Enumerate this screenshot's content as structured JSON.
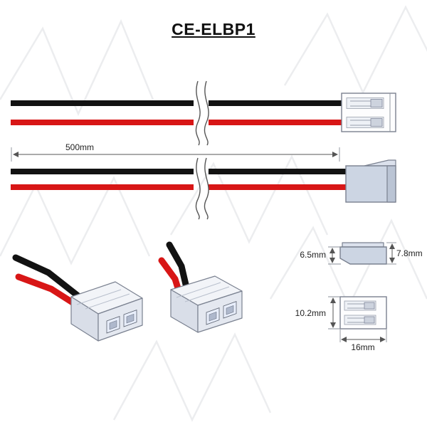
{
  "title": "CE-ELBP1",
  "dimensions": {
    "cable_length": "500mm",
    "connector_height_body": "6.5mm",
    "connector_height_total": "7.8mm",
    "connector_width": "10.2mm",
    "connector_length": "16mm"
  },
  "colors": {
    "wire_black": "#121212",
    "wire_red": "#d81616",
    "connector_body": "#ccd5e3",
    "connector_latch": "#dbe1ec",
    "connector_white": "#fdfdfe",
    "connector_cap": "#bac4d4",
    "outline": "#7a8190",
    "dimension": "#444444",
    "watermark": "#ecedef"
  }
}
